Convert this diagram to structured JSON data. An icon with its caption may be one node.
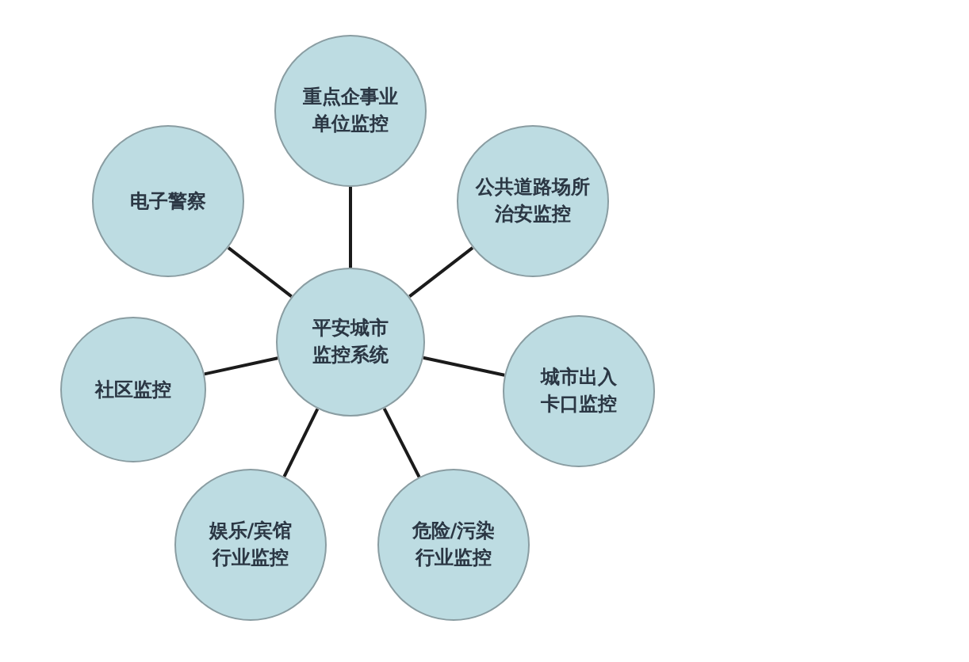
{
  "diagram": {
    "nodes": [
      {
        "text": [
          "重点企事业单位监控"
        ]
      },
      {
        "text": [
          "电子警察"
        ]
      },
      {
        "text": [
          "公共道路场所治安监控"
        ]
      },
      {
        "text": [
          "平安城市监控系统"
        ]
      },
      {
        "text": [
          "社区监控"
        ]
      },
      {
        "text": [
          "城市出入卡口监控"
        ]
      },
      {
        "text": [
          "娱乐/宾馆行业监控"
        ]
      },
      {
        "text": [
          "危险/污染行业监控"
        ]
      }
    ],
    "edges": [
      {
        "from": 3,
        "to": 0,
        "arrow": "none"
      },
      {
        "from": 3,
        "to": 1,
        "arrow": "none"
      },
      {
        "from": 3,
        "to": 2,
        "arrow": "none"
      },
      {
        "from": 3,
        "to": 4,
        "arrow": "none"
      },
      {
        "from": 3,
        "to": 5,
        "arrow": "none"
      },
      {
        "from": 3,
        "to": 6,
        "arrow": "none"
      },
      {
        "from": 3,
        "to": 7,
        "arrow": "none"
      }
    ]
  }
}
